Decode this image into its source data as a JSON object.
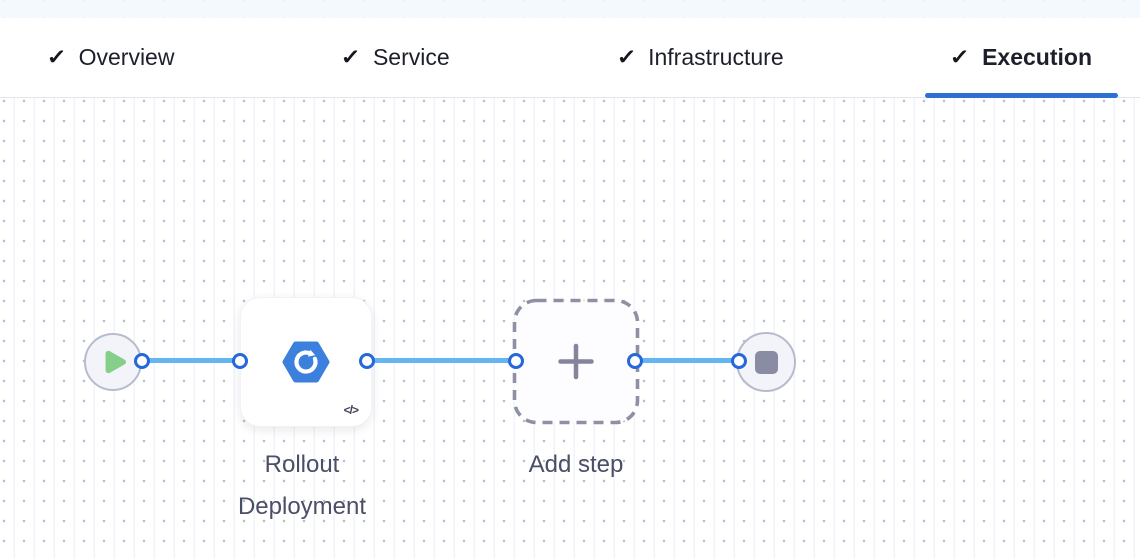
{
  "tab_bar": {
    "check_glyph": "✓",
    "tabs": [
      {
        "label": "Overview",
        "checked": true,
        "active": false
      },
      {
        "label": "Service",
        "checked": true,
        "active": false
      },
      {
        "label": "Infrastructure",
        "checked": true,
        "active": false
      },
      {
        "label": "Execution",
        "checked": true,
        "active": true
      }
    ],
    "active_tab": "Execution",
    "active_underline_color": "#2e6fd2"
  },
  "pipeline": {
    "nodes": [
      {
        "id": "start",
        "type": "start",
        "icon": "play-icon"
      },
      {
        "id": "rollout-deployment",
        "type": "step",
        "label": "Rollout Deployment",
        "icon": "rollout-deployment-icon",
        "code_glyph": "</>"
      },
      {
        "id": "add-step",
        "type": "add-step-placeholder",
        "label": "Add step",
        "icon": "plus-icon"
      },
      {
        "id": "end",
        "type": "stop",
        "icon": "stop-icon"
      }
    ],
    "connections": [
      {
        "from": "start",
        "to": "rollout-deployment"
      },
      {
        "from": "rollout-deployment",
        "to": "add-step"
      },
      {
        "from": "add-step",
        "to": "end"
      }
    ]
  },
  "colors": {
    "connector_line": "#64b5f2",
    "port_border": "#2667d9",
    "step_icon_blue": "#3c80dd",
    "play_green": "#85cf8a",
    "node_gray": "#8a8ca4",
    "dashed_border": "#8f90a4",
    "canvas_dot": "#b9c0cb"
  }
}
